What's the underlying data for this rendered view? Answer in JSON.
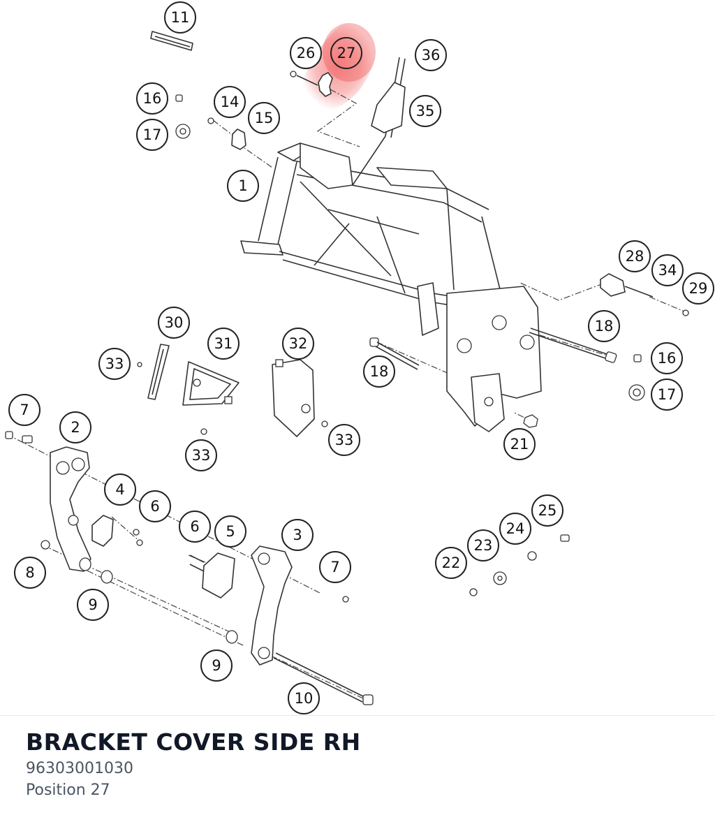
{
  "diagram": {
    "highlight_color": "#ef4444",
    "highlighted_label": "27",
    "callouts": [
      {
        "id": "c11",
        "text": "11"
      },
      {
        "id": "c26",
        "text": "26"
      },
      {
        "id": "c27",
        "text": "27"
      },
      {
        "id": "c36",
        "text": "36"
      },
      {
        "id": "c16a",
        "text": "16"
      },
      {
        "id": "c14",
        "text": "14"
      },
      {
        "id": "c15",
        "text": "15"
      },
      {
        "id": "c35",
        "text": "35"
      },
      {
        "id": "c17a",
        "text": "17"
      },
      {
        "id": "c1",
        "text": "1"
      },
      {
        "id": "c28",
        "text": "28"
      },
      {
        "id": "c34",
        "text": "34"
      },
      {
        "id": "c29",
        "text": "29"
      },
      {
        "id": "c30",
        "text": "30"
      },
      {
        "id": "c18a",
        "text": "18"
      },
      {
        "id": "c31",
        "text": "31"
      },
      {
        "id": "c32",
        "text": "32"
      },
      {
        "id": "c33a",
        "text": "33"
      },
      {
        "id": "c16b",
        "text": "16"
      },
      {
        "id": "c18b",
        "text": "18"
      },
      {
        "id": "c17b",
        "text": "17"
      },
      {
        "id": "c7a",
        "text": "7"
      },
      {
        "id": "c2",
        "text": "2"
      },
      {
        "id": "c33b",
        "text": "33"
      },
      {
        "id": "c33c",
        "text": "33"
      },
      {
        "id": "c21",
        "text": "21"
      },
      {
        "id": "c4",
        "text": "4"
      },
      {
        "id": "c6a",
        "text": "6"
      },
      {
        "id": "c25",
        "text": "25"
      },
      {
        "id": "c6b",
        "text": "6"
      },
      {
        "id": "c5",
        "text": "5"
      },
      {
        "id": "c3",
        "text": "3"
      },
      {
        "id": "c24",
        "text": "24"
      },
      {
        "id": "c23",
        "text": "23"
      },
      {
        "id": "c22",
        "text": "22"
      },
      {
        "id": "c8",
        "text": "8"
      },
      {
        "id": "c7b",
        "text": "7"
      },
      {
        "id": "c9a",
        "text": "9"
      },
      {
        "id": "c9b",
        "text": "9"
      },
      {
        "id": "c10",
        "text": "10"
      }
    ]
  },
  "part": {
    "name": "BRACKET COVER SIDE RH",
    "number": "96303001030",
    "position": "Position 27"
  }
}
